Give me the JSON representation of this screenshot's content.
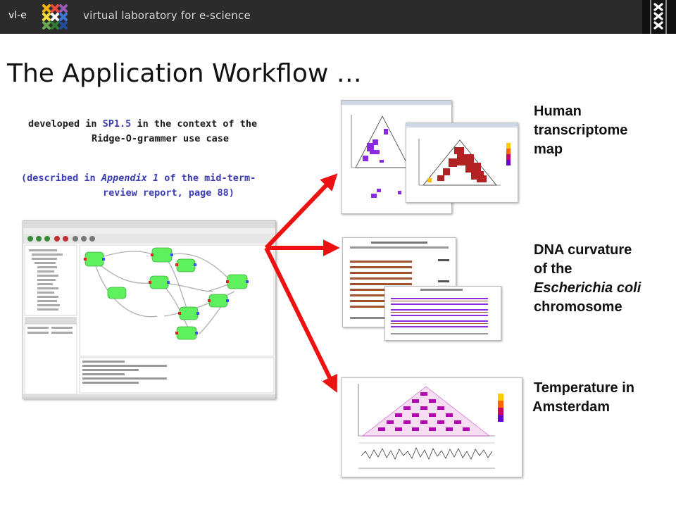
{
  "header": {
    "brand_short": "vl-e",
    "brand_full": "virtual laboratory for e-science"
  },
  "slide": {
    "title": "The Application Workflow …",
    "developed_prefix": "developed in ",
    "developed_highlight": "SP1.5",
    "developed_suffix": " in the context of the",
    "developed_line2": "Ridge-O-grammer use case",
    "described_open": "(",
    "described_prefix": "described in ",
    "described_emphasis": "Appendix 1",
    "described_suffix": " of the mid-term-",
    "described_line2": "review report, page 88)"
  },
  "outputs": [
    {
      "line1": "Human",
      "line2": "transcriptome",
      "line3": "map"
    },
    {
      "line1": "DNA curvature",
      "line2": "of the",
      "line3": "Escherichia coli",
      "line4": "chromosome"
    },
    {
      "line1": "Temperature in",
      "line2": "Amsterdam"
    }
  ],
  "colors": {
    "arrow": "#ee1111",
    "highlight": "#3b3bb5",
    "topbar": "#2b2b2b",
    "node": "#55ee55"
  }
}
